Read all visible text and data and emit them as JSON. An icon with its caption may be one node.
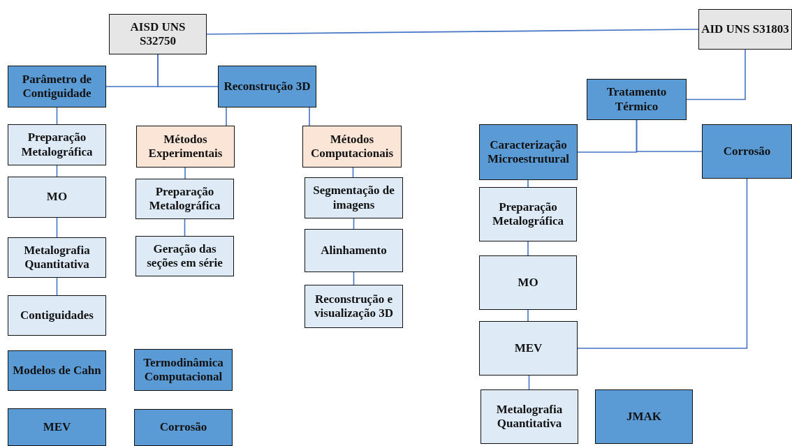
{
  "diagram": {
    "nodes": [
      {
        "text": [
          "AISD UNS S32750"
        ]
      },
      {
        "text": [
          "AID UNS S31803"
        ]
      },
      {
        "text": [
          "Parâmetro de Contiguidade"
        ]
      },
      {
        "text": [
          "Reconstrução 3D"
        ]
      },
      {
        "text": [
          "Preparação Metalográfica"
        ]
      },
      {
        "text": [
          "Métodos Experimentais"
        ]
      },
      {
        "text": [
          "Métodos Computacionais"
        ]
      },
      {
        "text": [
          "MO"
        ]
      },
      {
        "text": [
          "Preparação Metalográfica"
        ]
      },
      {
        "text": [
          "Segmentação de imagens"
        ]
      },
      {
        "text": [
          "Metalografia Quantitativa"
        ]
      },
      {
        "text": [
          "Geração das seções em série"
        ]
      },
      {
        "text": [
          "Alinhamento"
        ]
      },
      {
        "text": [
          "Contiguidades"
        ]
      },
      {
        "text": [
          "Reconstrução e visualização 3D"
        ]
      },
      {
        "text": [
          "Modelos de Cahn"
        ]
      },
      {
        "text": [
          "Termodinâmica Computacional"
        ]
      },
      {
        "text": [
          "MEV"
        ]
      },
      {
        "text": [
          "Corrosão"
        ]
      },
      {
        "text": [
          "Tratamento Térmico"
        ]
      },
      {
        "text": [
          "Caracterização Microestrutural"
        ]
      },
      {
        "text": [
          "Corrosão"
        ]
      },
      {
        "text": [
          "Preparação Metalográfica"
        ]
      },
      {
        "text": [
          "MO"
        ]
      },
      {
        "text": [
          "MEV"
        ]
      },
      {
        "text": [
          "Metalografia Quantitativa"
        ]
      },
      {
        "text": [
          "JMAK"
        ]
      }
    ],
    "edges": [
      {
        "from": 0,
        "to": 1,
        "arrow": "none"
      },
      {
        "from": 0,
        "to": 2,
        "arrow": "none"
      },
      {
        "from": 0,
        "to": 3,
        "arrow": "none"
      },
      {
        "from": 2,
        "to": 4,
        "arrow": "none"
      },
      {
        "from": 4,
        "to": 7,
        "arrow": "none"
      },
      {
        "from": 7,
        "to": 10,
        "arrow": "none"
      },
      {
        "from": 10,
        "to": 13,
        "arrow": "none"
      },
      {
        "from": 3,
        "to": 5,
        "arrow": "none"
      },
      {
        "from": 3,
        "to": 6,
        "arrow": "none"
      },
      {
        "from": 5,
        "to": 8,
        "arrow": "none"
      },
      {
        "from": 8,
        "to": 11,
        "arrow": "none"
      },
      {
        "from": 6,
        "to": 9,
        "arrow": "none"
      },
      {
        "from": 9,
        "to": 12,
        "arrow": "none"
      },
      {
        "from": 12,
        "to": 14,
        "arrow": "none"
      },
      {
        "from": 1,
        "to": 19,
        "arrow": "none"
      },
      {
        "from": 19,
        "to": 20,
        "arrow": "none"
      },
      {
        "from": 19,
        "to": 21,
        "arrow": "none"
      },
      {
        "from": 20,
        "to": 22,
        "arrow": "none"
      },
      {
        "from": 22,
        "to": 23,
        "arrow": "none"
      },
      {
        "from": 23,
        "to": 24,
        "arrow": "none"
      },
      {
        "from": 24,
        "to": 25,
        "arrow": "none"
      },
      {
        "from": 21,
        "to": 24,
        "arrow": "none"
      }
    ]
  }
}
